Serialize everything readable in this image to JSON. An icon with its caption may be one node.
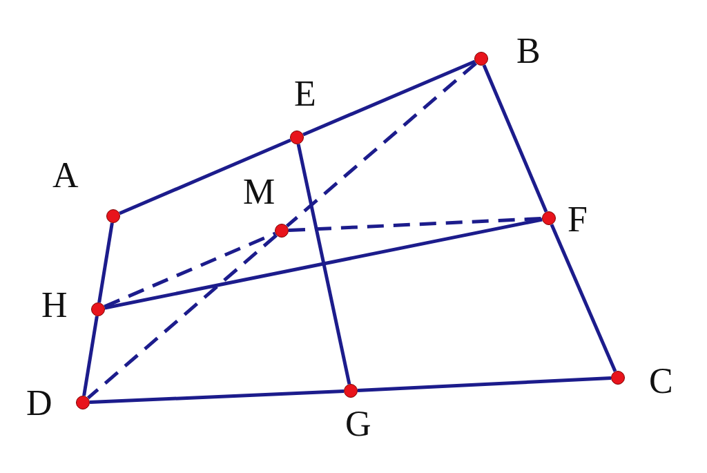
{
  "diagram": {
    "nodes": [
      {
        "text": [
          "B"
        ]
      },
      {
        "text": [
          "E"
        ]
      },
      {
        "text": [
          "A"
        ]
      },
      {
        "text": [
          "M"
        ]
      },
      {
        "text": [
          "F"
        ]
      },
      {
        "text": [
          "H"
        ]
      },
      {
        "text": [
          "C"
        ]
      },
      {
        "text": [
          "G"
        ]
      },
      {
        "text": [
          "D"
        ]
      }
    ],
    "edges": [
      {
        "from": 2,
        "to": 1,
        "arrow": "none"
      },
      {
        "from": 1,
        "to": 0,
        "arrow": "none"
      },
      {
        "from": 0,
        "to": 4,
        "arrow": "none"
      },
      {
        "from": 4,
        "to": 6,
        "arrow": "none"
      },
      {
        "from": 6,
        "to": 7,
        "arrow": "none"
      },
      {
        "from": 7,
        "to": 8,
        "arrow": "none"
      },
      {
        "from": 8,
        "to": 5,
        "arrow": "none"
      },
      {
        "from": 5,
        "to": 2,
        "arrow": "none"
      },
      {
        "from": 1,
        "to": 7,
        "arrow": "none"
      },
      {
        "from": 5,
        "to": 4,
        "arrow": "none"
      },
      {
        "from": 0,
        "to": 3,
        "arrow": "none",
        "style": "dashed"
      },
      {
        "from": 3,
        "to": 8,
        "arrow": "none",
        "style": "dashed"
      },
      {
        "from": 5,
        "to": 3,
        "arrow": "none",
        "style": "dashed"
      },
      {
        "from": 3,
        "to": 4,
        "arrow": "none",
        "style": "dashed"
      }
    ]
  }
}
